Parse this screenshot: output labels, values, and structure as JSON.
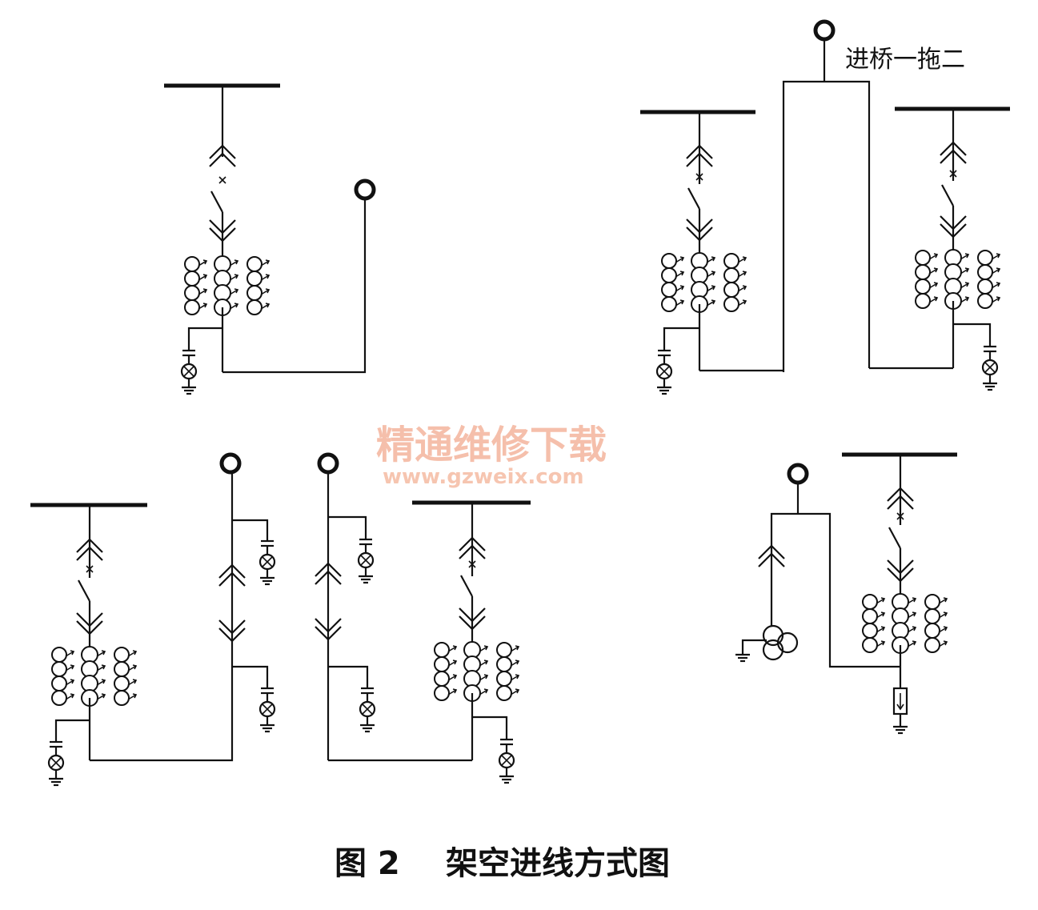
{
  "caption": {
    "figure_no": "图 2",
    "title": "架空进线方式图"
  },
  "labels": {
    "bridge_label": "进桥一拖二"
  },
  "watermark": {
    "cn": "精通维修下载",
    "url": "www.gzweix.com",
    "color": "#f4b59d"
  },
  "colors": {
    "line": "#111111",
    "background": "#ffffff"
  }
}
